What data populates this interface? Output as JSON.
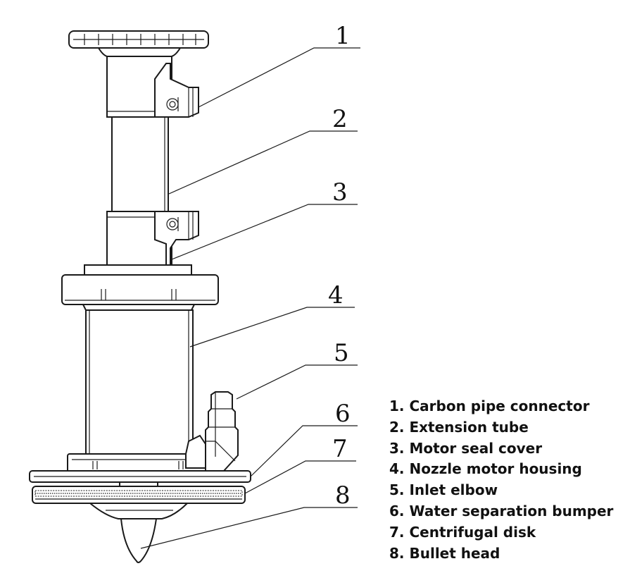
{
  "callouts": [
    {
      "number": "1",
      "name": "Carbon pipe connector"
    },
    {
      "number": "2",
      "name": "Extension tube"
    },
    {
      "number": "3",
      "name": "Motor seal cover"
    },
    {
      "number": "4",
      "name": "Nozzle motor housing"
    },
    {
      "number": "5",
      "name": "Inlet elbow"
    },
    {
      "number": "6",
      "name": "Water separation bumper"
    },
    {
      "number": "7",
      "name": "Centrifugal disk"
    },
    {
      "number": "8",
      "name": "Bullet head"
    }
  ],
  "legend": [
    "1. Carbon pipe connector",
    "2. Extension tube",
    "3. Motor seal cover",
    "4. Nozzle motor housing",
    "5. Inlet elbow",
    "6. Water separation bumper",
    "7. Centrifugal disk",
    "8. Bullet head"
  ]
}
